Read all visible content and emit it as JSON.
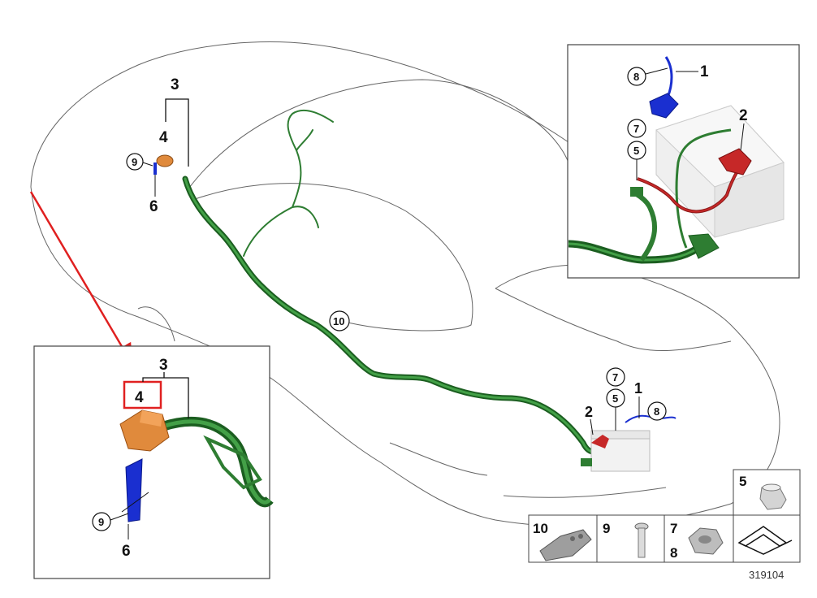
{
  "callouts_main": {
    "c3": "3",
    "c4": "4",
    "c6": "6",
    "c9": "9",
    "c10": "10",
    "c1": "1",
    "c2": "2",
    "c5": "5",
    "c7": "7",
    "c8": "8"
  },
  "callouts_battery_box": {
    "c1": "1",
    "c2": "2",
    "c5": "5",
    "c7": "7",
    "c8": "8"
  },
  "callouts_detail_box": {
    "c3": "3",
    "c4": "4",
    "c6": "6",
    "c9": "9"
  },
  "parts_legend": [
    {
      "id": "10",
      "label": "10"
    },
    {
      "id": "9",
      "label": "9"
    },
    {
      "id": "7",
      "label": "7"
    },
    {
      "id": "8",
      "label": "8"
    },
    {
      "id": "5",
      "label": "5"
    }
  ],
  "drawing_number": "319104",
  "colors": {
    "harness_green": "#2e7d32",
    "harness_dark": "#1b5e20",
    "positive_red": "#c62828",
    "negative_blue": "#1a2fd0",
    "terminal_orange": "#e08a3c",
    "highlight_red": "#e02020",
    "outline": "#555555"
  }
}
